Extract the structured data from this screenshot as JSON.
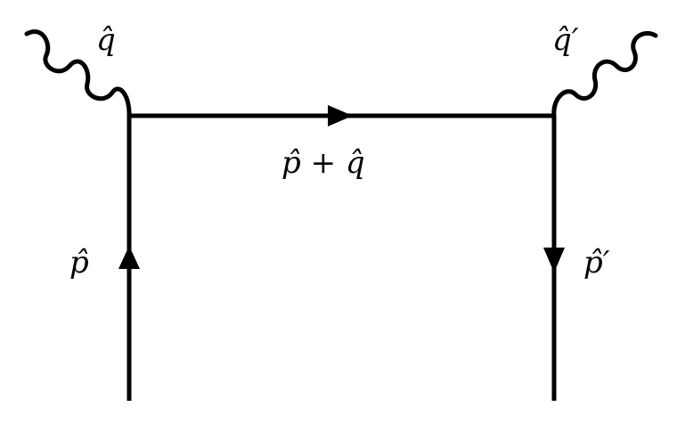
{
  "labels": {
    "q_in": "q̂",
    "q_out": "q̂′",
    "propagator": "p̂ + q̂",
    "p_in": "p̂",
    "p_out": "p̂′"
  },
  "colors": {
    "line": "#000000",
    "background": "#ffffff"
  }
}
